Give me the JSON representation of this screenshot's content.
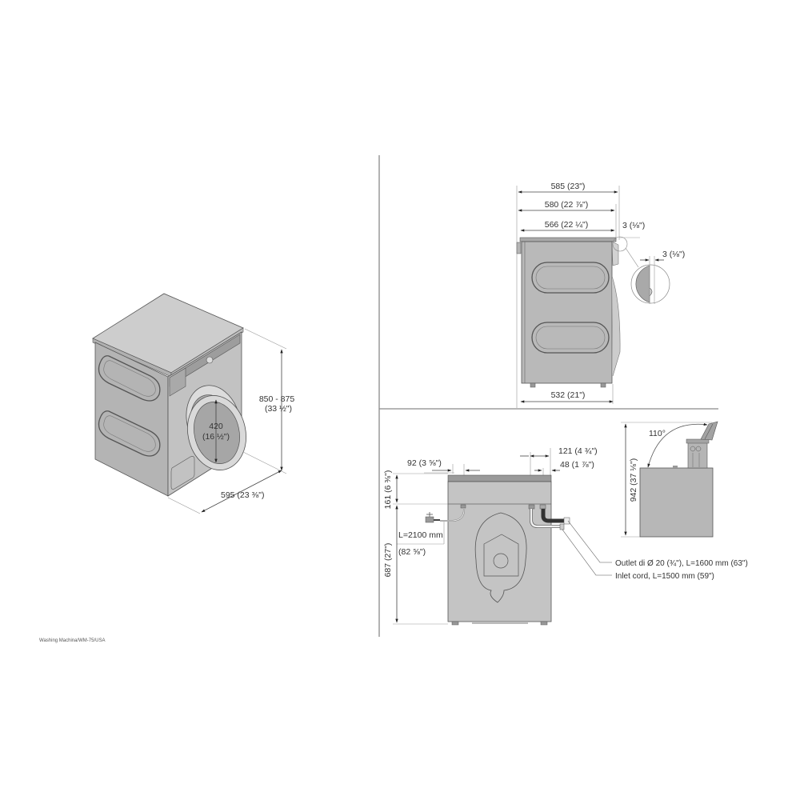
{
  "caption": "Washing Machina/WM-75/USA",
  "colors": {
    "body": "#b9b9b9",
    "body_light": "#cfcfcf",
    "body_dark": "#a6a6a6",
    "panel": "#9a9a9a",
    "line": "#444444",
    "divider": "#8a8a8a"
  },
  "iso_view": {
    "height_label": "850 - 875",
    "height_label_in": "(33 ½\")",
    "door_label": "420",
    "door_label_in": "(16 ½\")",
    "width_label": "595 (23 ⅜\")"
  },
  "side_view": {
    "dim_overall": "585 (23\")",
    "dim_580": "580 (22 ⅞\")",
    "dim_566": "566 (22 ¼\")",
    "dim_gap": "3 (⅛\")",
    "dim_detail": "3 (⅛\")",
    "dim_base": "532 (21\")"
  },
  "rear_view": {
    "dim_92": "92 (3 ⅝\")",
    "dim_121": "121 (4 ¾\")",
    "dim_48": "48 (1 ⅞\")",
    "dim_161": "161 (6 ⅜\")",
    "dim_687": "687 (27\")",
    "power_cord": "L=2100 mm",
    "power_cord_in": "(82 ⅝\")",
    "outlet_label": "Outlet di Ø 20 (¾\"), L=1600 mm (63\")",
    "inlet_label": "Inlet cord, L=1500 mm (59\")"
  },
  "lid_view": {
    "angle": "110°",
    "height": "942 (37 ⅛\")"
  }
}
